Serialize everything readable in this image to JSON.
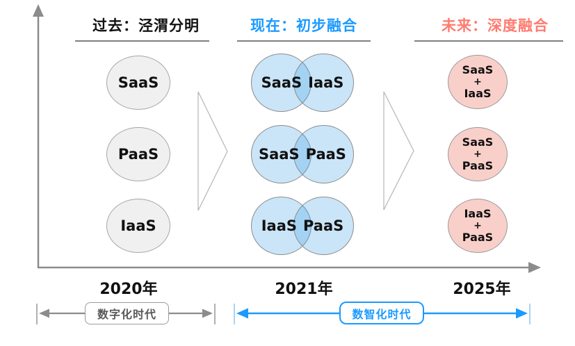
{
  "colors": {
    "accent-blue": "#1b9aff",
    "accent-red": "#ff7b6f",
    "axis-gray": "#8c8c8c",
    "triangle-stroke": "#b5b5b5",
    "circle-gray-fill": "#f0f0f0",
    "circle-gray-border": "#a6a6a6",
    "venn-fill": "rgba(60,160,230,0.27)",
    "venn-border": "#8c8c8c",
    "pink-fill": "#f9cfca",
    "pink-border": "#9a9a9a",
    "era-gray": "#595959"
  },
  "columns": {
    "past": {
      "title": "过去：泾渭分明",
      "year": "2020年",
      "circles": [
        "SaaS",
        "PaaS",
        "IaaS"
      ]
    },
    "present": {
      "title": "现在：初步融合",
      "year": "2021年",
      "venns": [
        {
          "left": "SaaS",
          "right": "IaaS"
        },
        {
          "left": "SaaS",
          "right": "PaaS"
        },
        {
          "left": "IaaS",
          "right": "PaaS"
        }
      ]
    },
    "future": {
      "title": "未来：深度融合",
      "year": "2025年",
      "circles": [
        {
          "top": "SaaS",
          "plus": "+",
          "bottom": "IaaS"
        },
        {
          "top": "SaaS",
          "plus": "+",
          "bottom": "PaaS"
        },
        {
          "top": "IaaS",
          "plus": "+",
          "bottom": "PaaS"
        }
      ]
    }
  },
  "timeline": {
    "digital_era": "数字化时代",
    "intelligence_era": "数智化时代"
  }
}
